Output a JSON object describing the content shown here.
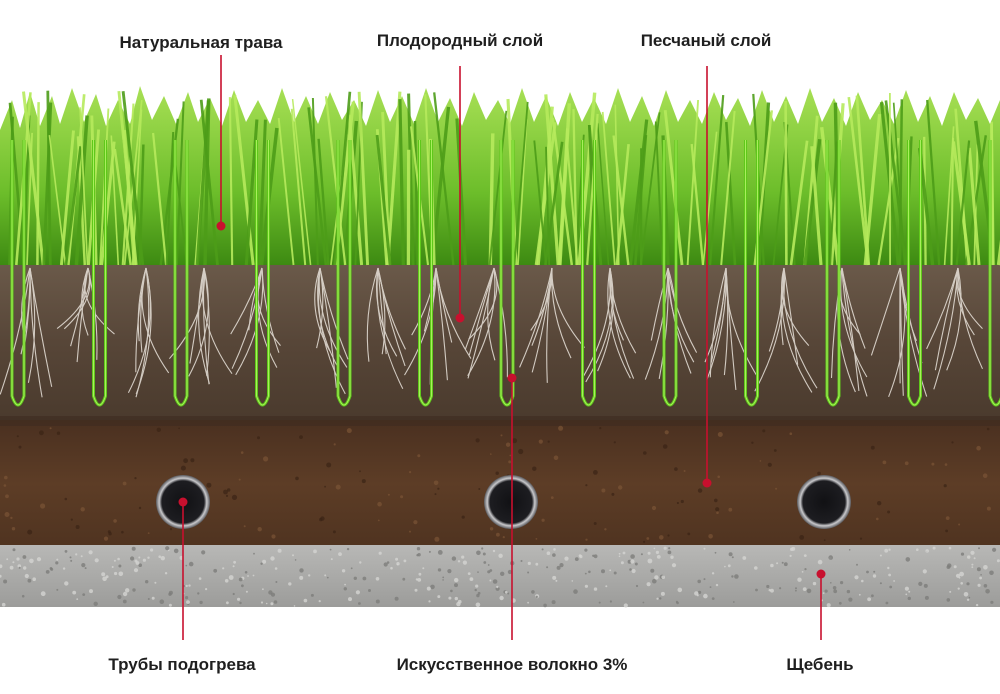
{
  "labels": {
    "natural_grass": "Натуральная трава",
    "fertile_layer": "Плодородный слой",
    "sand_layer": "Песчаный слой",
    "heating_pipes": "Трубы подогрева",
    "artificial_fiber": "Искусственное волокно 3%",
    "gravel": "Щебень"
  },
  "colors": {
    "leader_line": "#c8102e",
    "grass_light": "#8fd13a",
    "grass_dark": "#3f8f12",
    "topsoil": "#5b4a3c",
    "sand_soil": "#5a3a24",
    "gravel": "#a9a9a7",
    "pipe": "#1b1b1d",
    "fiber": "#6ad11f"
  }
}
